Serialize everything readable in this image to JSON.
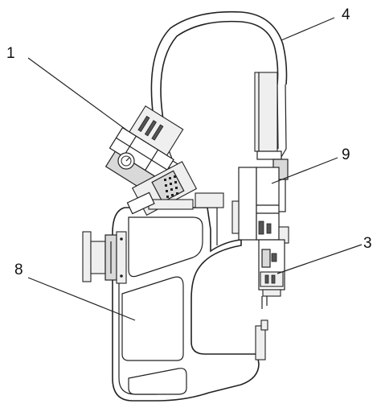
{
  "labels": {
    "l1": "1",
    "l3": "3",
    "l4": "4",
    "l8": "8",
    "l9": "9"
  }
}
